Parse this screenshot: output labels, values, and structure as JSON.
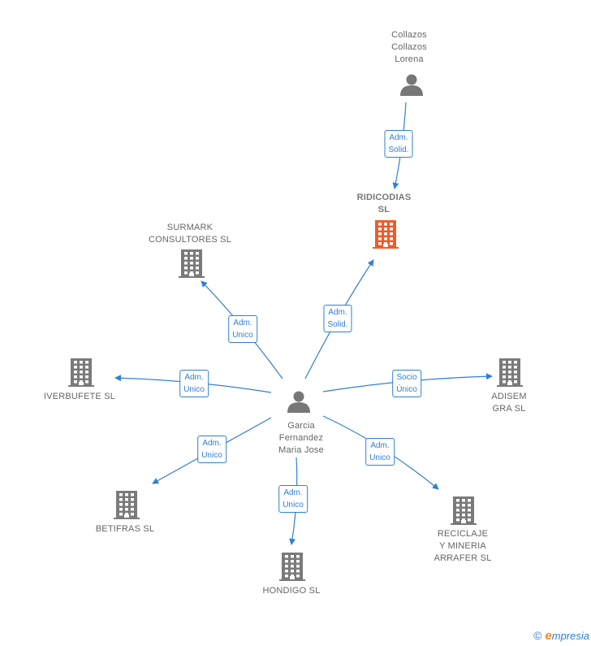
{
  "colors": {
    "edge": "#2f7fd6",
    "company": "#7a7a7a",
    "highlight": "#f05a28",
    "person": "#777777"
  },
  "center": {
    "name": "Garcia\nFernandez\nMaria Jose",
    "icon": "person-icon"
  },
  "nodes": [
    {
      "id": "collazos",
      "name": "Collazos\nCollazos\nLorena",
      "icon": "person-icon"
    },
    {
      "id": "ridicodias",
      "name": "RIDICODIAS\nSL",
      "icon": "building-icon",
      "highlight": true
    },
    {
      "id": "surmark",
      "name": "SURMARK\nCONSULTORES SL",
      "icon": "building-icon"
    },
    {
      "id": "iverbufete",
      "name": "IVERBUFETE SL",
      "icon": "building-icon"
    },
    {
      "id": "adisem",
      "name": "ADISEM\nGRA SL",
      "icon": "building-icon"
    },
    {
      "id": "betifras",
      "name": "BETIFRAS SL",
      "icon": "building-icon"
    },
    {
      "id": "hondigo",
      "name": "HONDIGO SL",
      "icon": "building-icon"
    },
    {
      "id": "reciclaje",
      "name": "RECICLAJE\nY MINERIA\nARRAFER  SL",
      "icon": "building-icon"
    }
  ],
  "edges": [
    {
      "from": "collazos",
      "to": "ridicodias",
      "label": "Adm.\nSolid."
    },
    {
      "from": "center",
      "to": "ridicodias",
      "label": "Adm.\nSolid."
    },
    {
      "from": "center",
      "to": "surmark",
      "label": "Adm.\nUnico"
    },
    {
      "from": "center",
      "to": "iverbufete",
      "label": "Adm.\nUnico"
    },
    {
      "from": "center",
      "to": "adisem",
      "label": "Socio\nÚnico"
    },
    {
      "from": "center",
      "to": "betifras",
      "label": "Adm.\nUnico"
    },
    {
      "from": "center",
      "to": "hondigo",
      "label": "Adm.\nUnico"
    },
    {
      "from": "center",
      "to": "reciclaje",
      "label": "Adm.\nUnico"
    }
  ],
  "footer": {
    "copyright": "©",
    "brand_first": "e",
    "brand_rest": "mpresia"
  }
}
